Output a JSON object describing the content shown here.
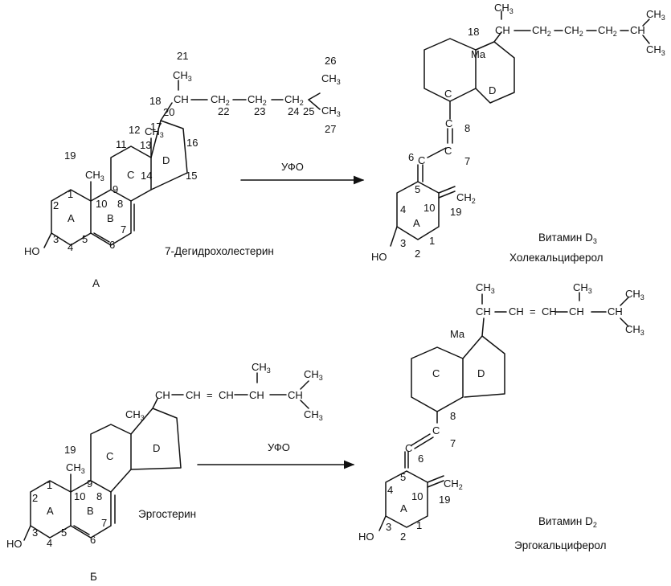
{
  "panelA": {
    "label": "А",
    "reaction": "УФО",
    "precursor": {
      "name": "7-Дегидрохолестерин",
      "ring_labels": [
        "A",
        "B",
        "C",
        "D"
      ],
      "atom_numbers": [
        "1",
        "2",
        "3",
        "4",
        "5",
        "6",
        "7",
        "8",
        "9",
        "10",
        "11",
        "12",
        "13",
        "14",
        "15",
        "16",
        "17",
        "18",
        "19",
        "20",
        "21",
        "22",
        "23",
        "24",
        "25",
        "26",
        "27"
      ],
      "groups": {
        "ho": "HO",
        "ch3": "CH",
        "ch3_sub": "3",
        "ch": "CH",
        "ch2": "CH",
        "ch2_sub": "2"
      }
    },
    "product": {
      "name": "Витамин D",
      "name_sub": "3",
      "name2": "Холекальциферол",
      "ring_labels": [
        "C",
        "D",
        "A"
      ],
      "atom_numbers": [
        "1",
        "2",
        "3",
        "4",
        "5",
        "6",
        "7",
        "8",
        "10",
        "18",
        "19"
      ],
      "groups": {
        "ho": "HO",
        "ma": "Ma",
        "ch": "CH",
        "ch3": "CH",
        "ch3_sub": "3",
        "ch2": "CH",
        "ch2_sub": "2",
        "c": "C"
      }
    }
  },
  "panelB": {
    "label": "Б",
    "reaction": "УФО",
    "precursor": {
      "name": "Эргостерин",
      "ring_labels": [
        "A",
        "B",
        "C",
        "D"
      ],
      "atom_numbers": [
        "1",
        "2",
        "3",
        "4",
        "5",
        "6",
        "7",
        "8",
        "9",
        "10",
        "19"
      ],
      "groups": {
        "ho": "HO",
        "ch3": "CH",
        "ch3_sub": "3",
        "ch": "CH",
        "eq": "="
      }
    },
    "product": {
      "name": "Витамин D",
      "name_sub": "2",
      "name2": "Эргокальциферол",
      "ring_labels": [
        "C",
        "D",
        "A"
      ],
      "atom_numbers": [
        "1",
        "2",
        "3",
        "4",
        "5",
        "6",
        "7",
        "8",
        "10",
        "19"
      ],
      "groups": {
        "ho": "HO",
        "ma": "Ma",
        "ch": "CH",
        "ch3": "CH",
        "ch3_sub": "3",
        "ch2": "CH",
        "ch2_sub": "2",
        "c": "C",
        "eq": "="
      }
    }
  }
}
